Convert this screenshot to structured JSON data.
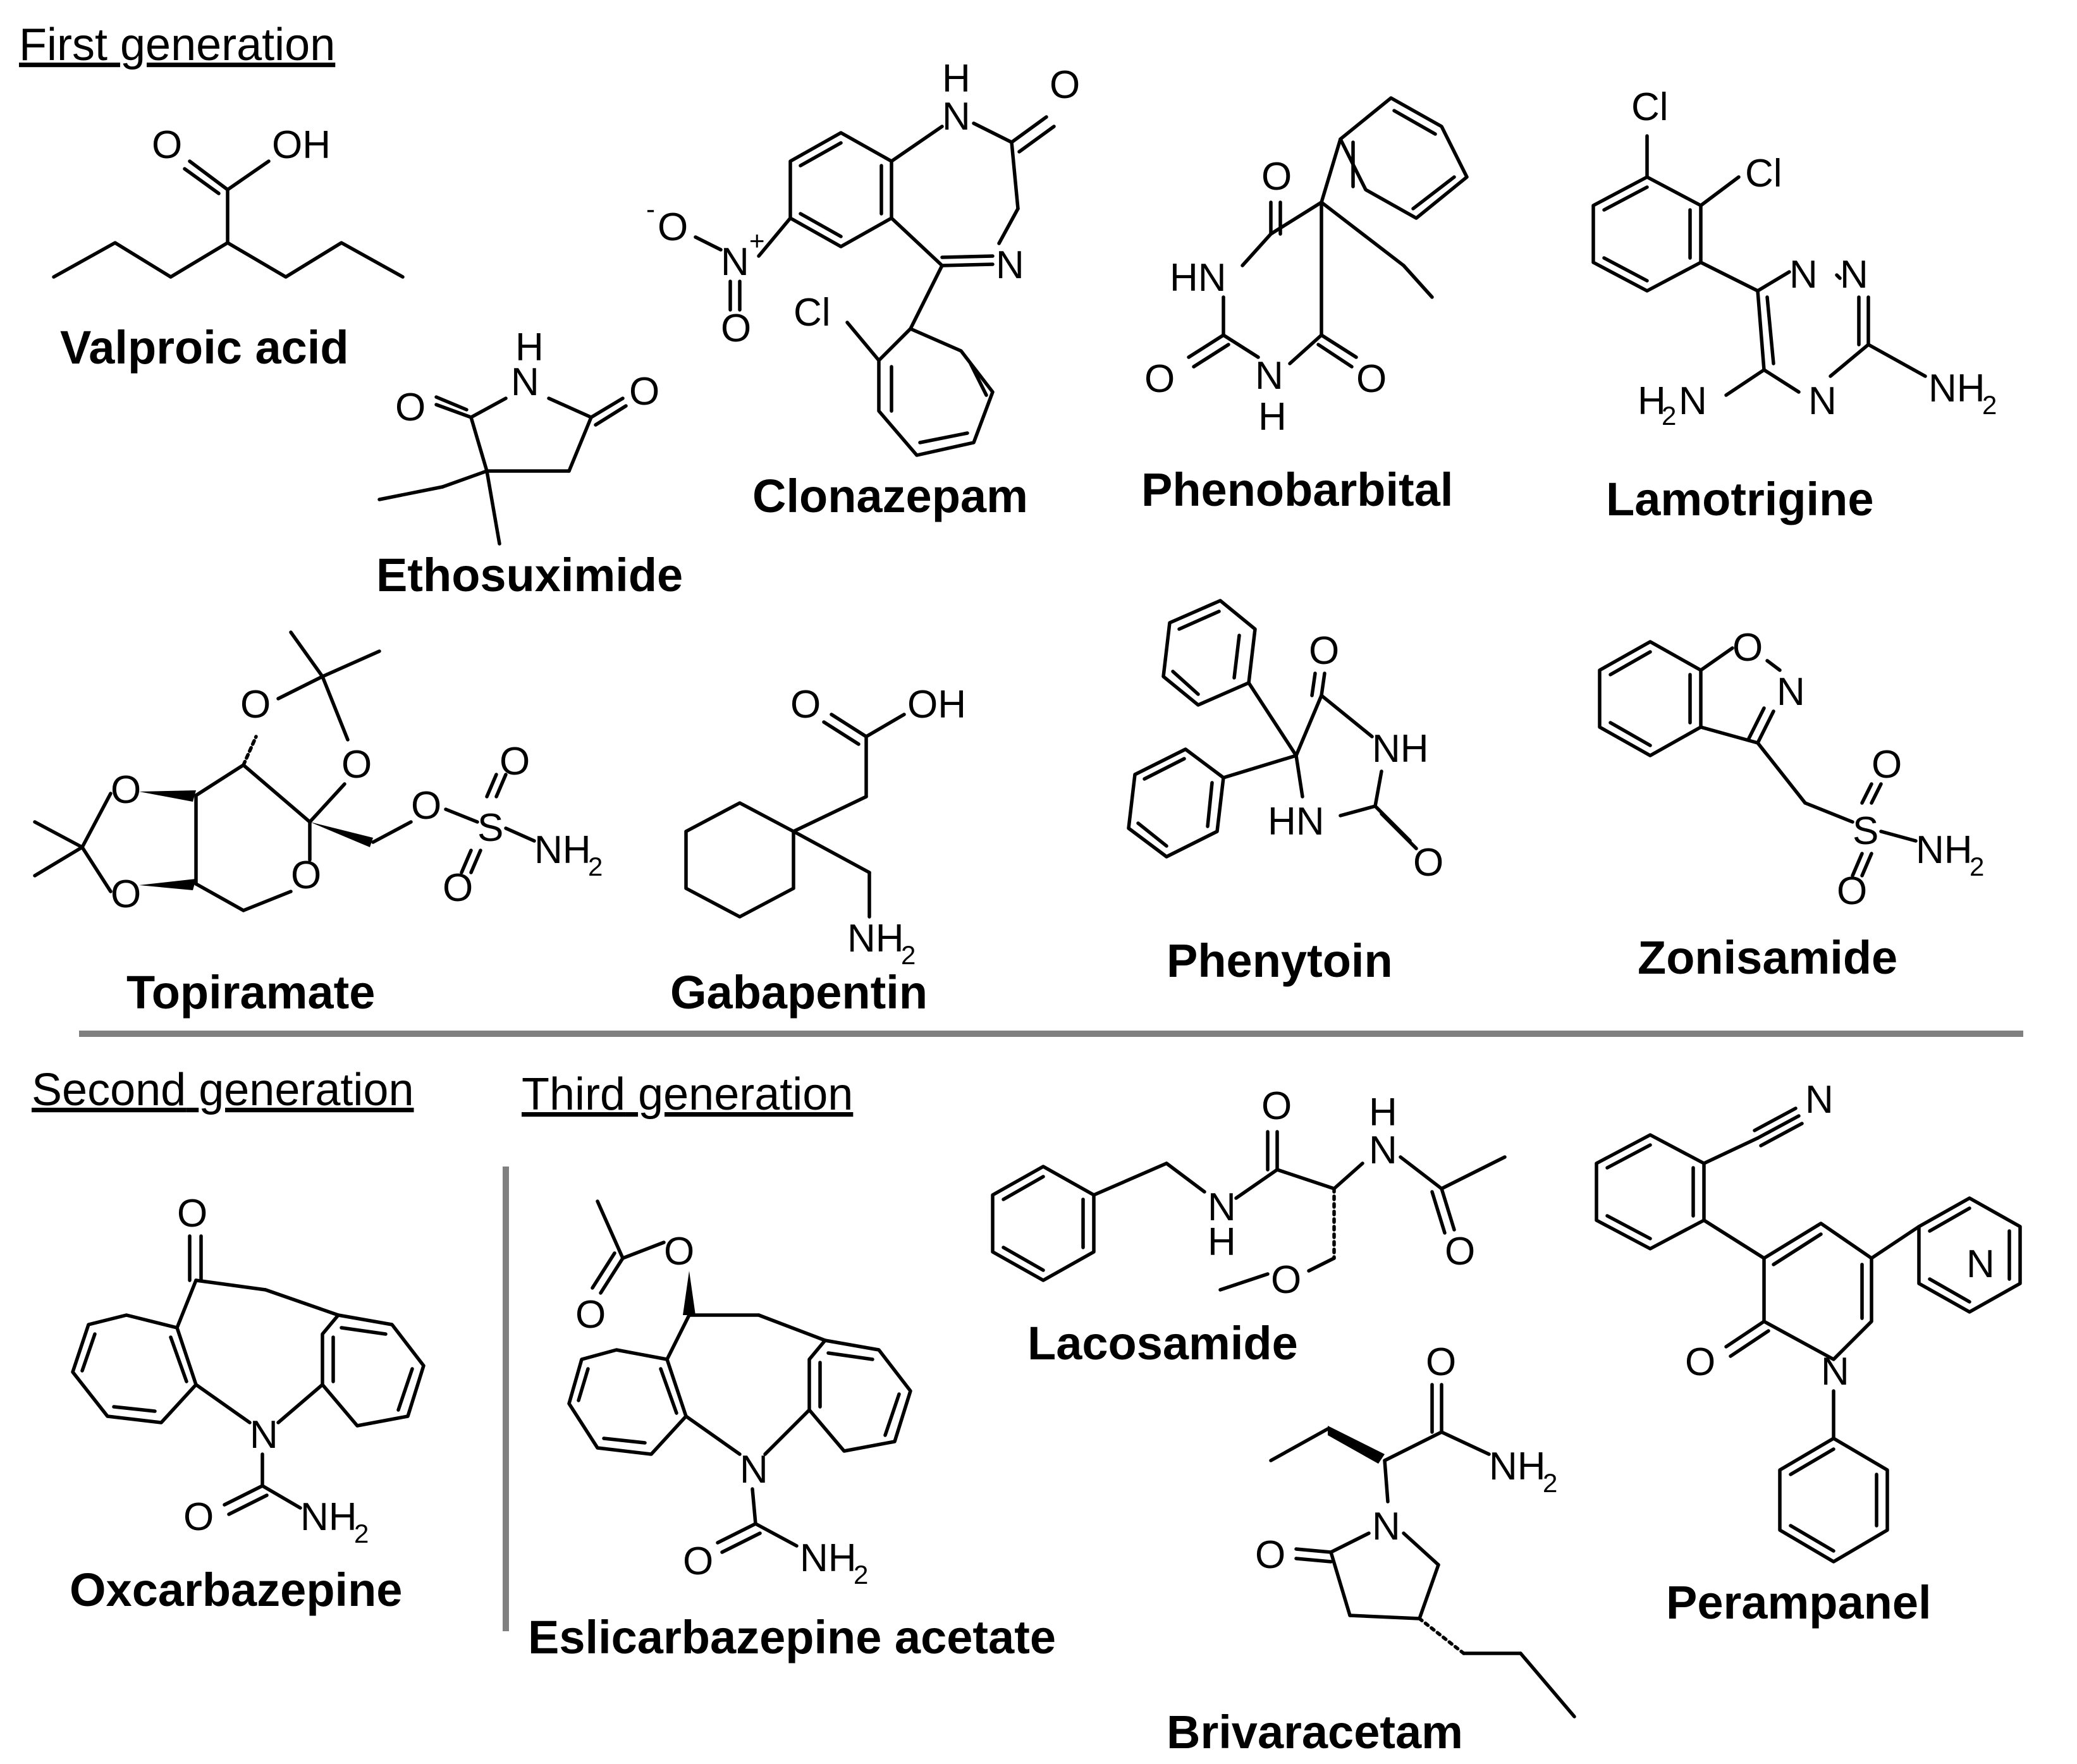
{
  "headings": {
    "first": [
      "First",
      "generation"
    ],
    "second": [
      "Second",
      "generation"
    ],
    "third": [
      "Third",
      "generation"
    ]
  },
  "drugs": {
    "valproic_acid": "Valproic acid",
    "ethosuximide": "Ethosuximide",
    "clonazepam": "Clonazepam",
    "phenobarbital": "Phenobarbital",
    "lamotrigine": "Lamotrigine",
    "topiramate": "Topiramate",
    "gabapentin": "Gabapentin",
    "phenytoin": "Phenytoin",
    "zonisamide": "Zonisamide",
    "oxcarbazepine": "Oxcarbazepine",
    "eslicarbazepine": "Eslicarbazepine acetate",
    "lacosamide": "Lacosamide",
    "perampanel": "Perampanel",
    "brivaracetam": "Brivaracetam"
  },
  "atoms": {
    "O": "O",
    "OH": "OH",
    "H": "H",
    "N": "N",
    "HN": "HN",
    "NH": "NH",
    "NH2": "NH",
    "H2N": "H",
    "sub2": "2",
    "Cl": "Cl",
    "S": "S",
    "nitro_O": "O",
    "neg": "-",
    "pos": "+"
  },
  "colors": {
    "divider": "#808080",
    "ink": "#000000"
  }
}
